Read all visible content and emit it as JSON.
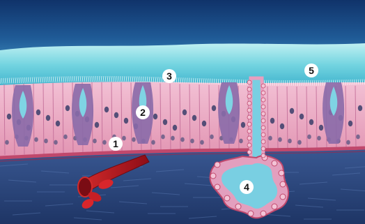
{
  "diagram": {
    "markers": [
      {
        "id": "basement-membrane",
        "label": "1"
      },
      {
        "id": "goblet-cell",
        "label": "2"
      },
      {
        "id": "cilia",
        "label": "3"
      },
      {
        "id": "submucosal-gland",
        "label": "4"
      },
      {
        "id": "mucus-layer",
        "label": "5"
      }
    ],
    "colors": {
      "lumen": "#1d4a86",
      "mucus": "#6fd3df",
      "epithelium": "#e8a2bd",
      "goblet": "#8a6aa8",
      "basal-lamina": "#c0486c",
      "connective-tissue": "#2c477e",
      "blood-vessel": "#b4141e",
      "gland-secretion": "#79cfe2"
    }
  }
}
